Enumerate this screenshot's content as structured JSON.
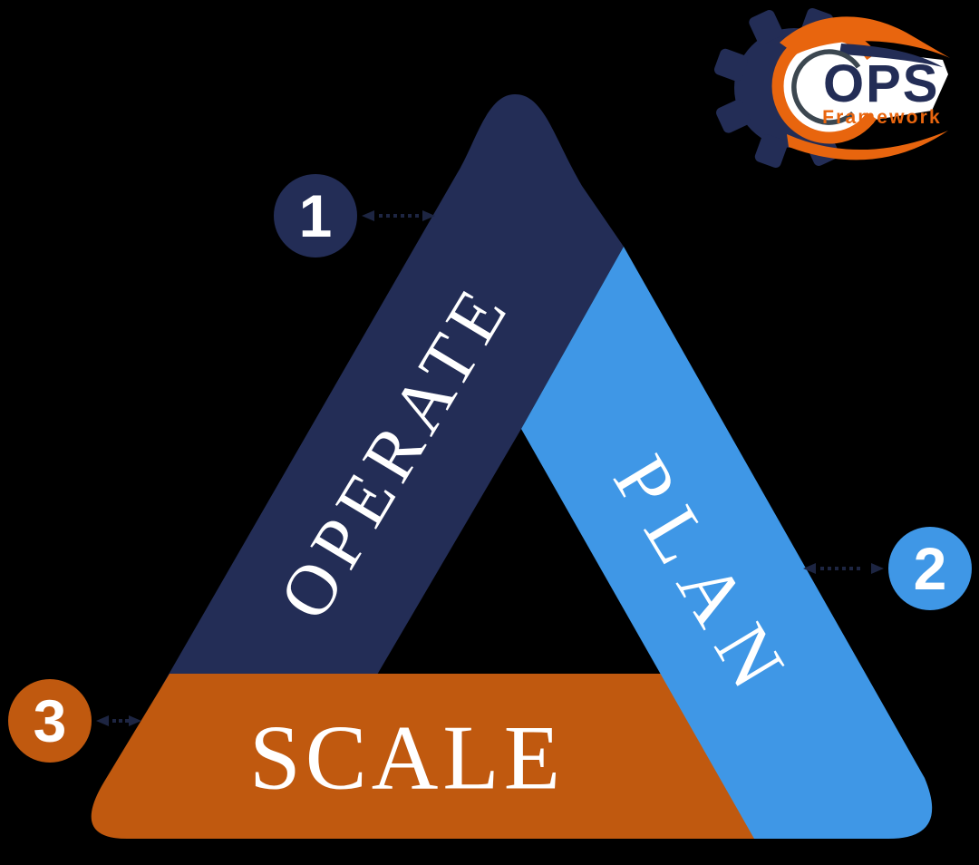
{
  "background_color": "#000000",
  "logo": {
    "title": "OPS",
    "subtitle": "Framework",
    "gear_color": "#232d56",
    "ring_color": "#e8650e",
    "inner_arc_color": "#3c4750",
    "title_color": "#232d56",
    "subtitle_color": "#e8650e",
    "plate_color": "#ffffff"
  },
  "triangle": {
    "label_color": "#ffffff",
    "sides": [
      {
        "number": "1",
        "label": "OPERATE",
        "color": "#232d56"
      },
      {
        "number": "2",
        "label": "PLAN",
        "color": "#3f97e6"
      },
      {
        "number": "3",
        "label": "SCALE",
        "color": "#c0590f"
      }
    ]
  },
  "markers": {
    "digit_color": "#ffffff",
    "arrow_color": "#1d2542"
  }
}
